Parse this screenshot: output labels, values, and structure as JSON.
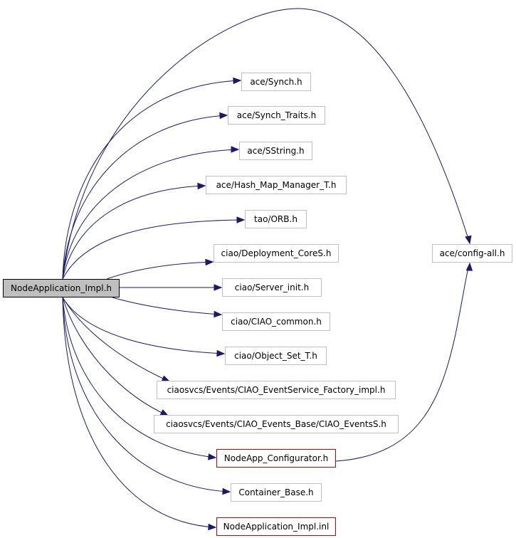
{
  "graph": {
    "root": {
      "label": "NodeApplication_Impl.h"
    },
    "includes": [
      {
        "label": "ace/Synch.h",
        "style": "normal"
      },
      {
        "label": "ace/Synch_Traits.h",
        "style": "normal"
      },
      {
        "label": "ace/SString.h",
        "style": "normal"
      },
      {
        "label": "ace/Hash_Map_Manager_T.h",
        "style": "normal"
      },
      {
        "label": "tao/ORB.h",
        "style": "normal"
      },
      {
        "label": "ciao/Deployment_CoreS.h",
        "style": "normal"
      },
      {
        "label": "ciao/Server_init.h",
        "style": "normal"
      },
      {
        "label": "ciao/CIAO_common.h",
        "style": "normal"
      },
      {
        "label": "ciao/Object_Set_T.h",
        "style": "normal"
      },
      {
        "label": "ciaosvcs/Events/CIAO_EventService_Factory_impl.h",
        "style": "normal"
      },
      {
        "label": "ciaosvcs/Events/CIAO_Events_Base/CIAO_EventsS.h",
        "style": "normal"
      },
      {
        "label": "NodeApp_Configurator.h",
        "style": "red"
      },
      {
        "label": "Container_Base.h",
        "style": "normal"
      },
      {
        "label": "NodeApplication_Impl.inl",
        "style": "red"
      }
    ],
    "config": {
      "label": "ace/config-all.h",
      "style": "normal"
    }
  },
  "colors": {
    "edge": "#1a1a66",
    "node_border": "#bfbfbf",
    "node_border_red": "#cc0000",
    "root_fill": "#bfbfbf"
  }
}
